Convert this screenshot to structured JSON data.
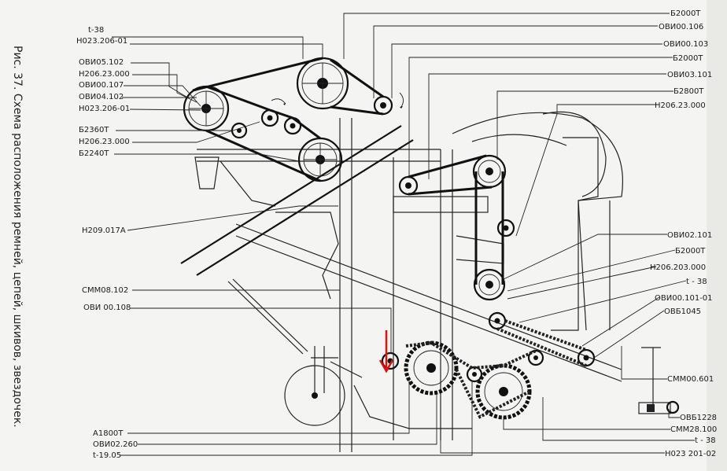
{
  "caption": "Рис. 37. Схема расположения ремней, цепей, шкивов, звездочек.",
  "labels_left": [
    "t-38",
    "Н023.206-01",
    "ОВИ05.102",
    "Н206.23.000",
    "ОВИ00.107",
    "ОВИ04.102",
    "Н023.206-01",
    "Б2360Т",
    "Н206.23.000",
    "Б2240Т",
    "Н209.017А",
    "СММ08.102",
    "ОВИ 00.108",
    "А1800Т",
    "ОВИ02.260",
    "t-19.05"
  ],
  "labels_right": [
    "Б2000Т",
    "ОВИ00.106",
    "ОВИ00.103",
    "Б2000Т",
    "ОВИ03.101",
    "Б2800Т",
    "Н206.23.000",
    "ОВИ02.101",
    "Б2000Т",
    "Н206.203.000",
    "t - 38",
    "ОВИ00.101-01",
    "ОВБ1045",
    "СММ00.601",
    "ОВБ1228",
    "СММ28.100",
    "t - 38",
    "Н023 201-02"
  ],
  "colors": {
    "ink": "#1a1a1a",
    "paper": "#f4f4f2",
    "marker": "#e01010"
  },
  "icons": {
    "marker": "red-arrow-icon"
  }
}
